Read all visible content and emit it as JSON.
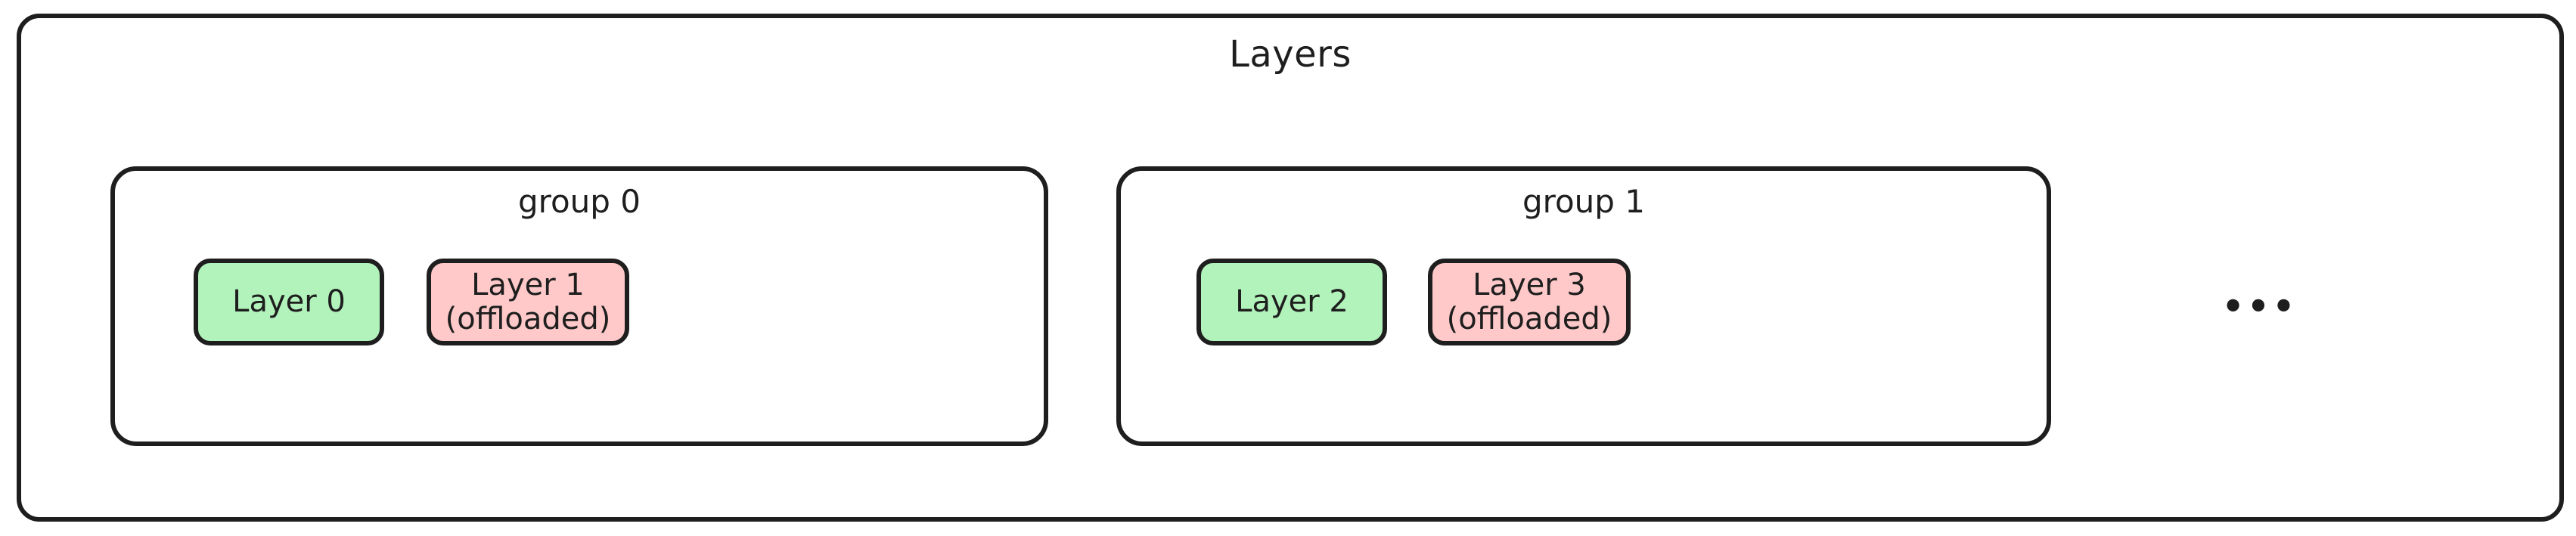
{
  "diagram": {
    "title": "Layers",
    "background_color": "#ffffff",
    "stroke_color": "#1e1e1e",
    "green_fill": "#b2f2bb",
    "pink_fill": "#ffc9c9",
    "continuation_marker": "•••",
    "groups": [
      {
        "title": "group 0",
        "nodes": [
          {
            "label": "Layer 0",
            "state": "resident",
            "fill": "#b2f2bb"
          },
          {
            "label": "Layer 1\n(offloaded)",
            "state": "offloaded",
            "fill": "#ffc9c9"
          }
        ]
      },
      {
        "title": "group 1",
        "nodes": [
          {
            "label": "Layer 2",
            "state": "resident",
            "fill": "#b2f2bb"
          },
          {
            "label": "Layer 3\n(offloaded)",
            "state": "offloaded",
            "fill": "#ffc9c9"
          }
        ]
      }
    ]
  }
}
